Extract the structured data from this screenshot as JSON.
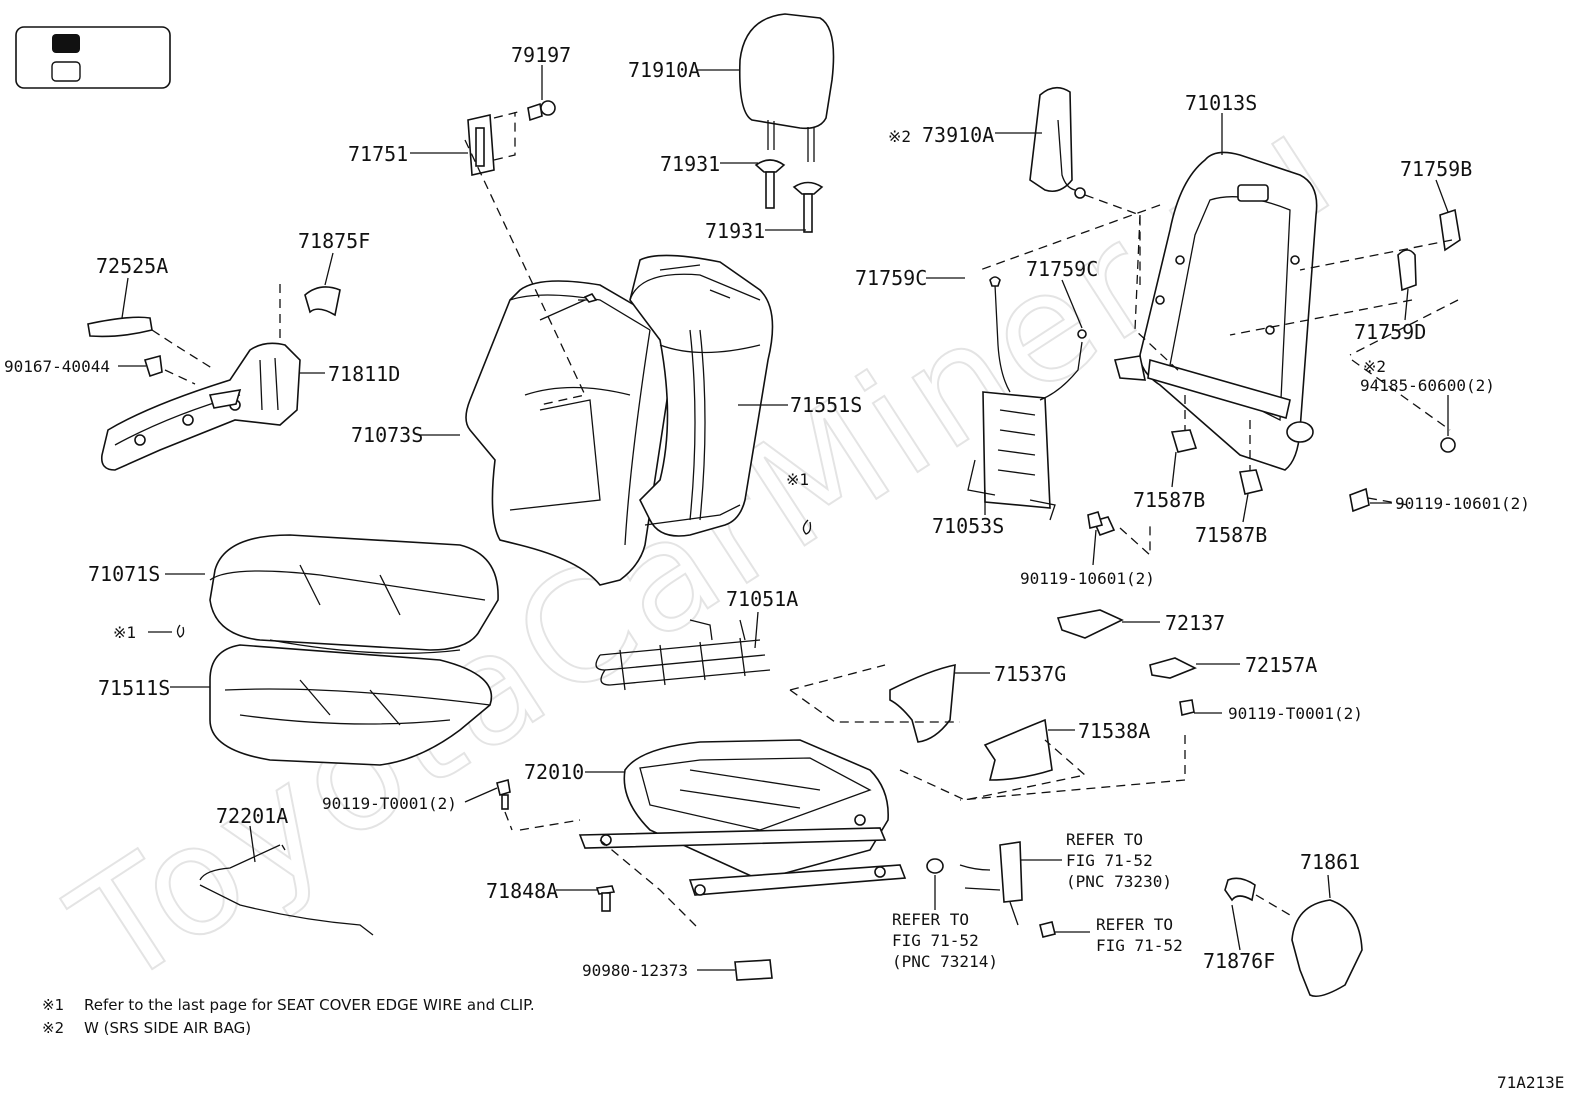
{
  "watermark": "ToyotaCarMiner.ru",
  "diagram_code": "71A213E",
  "legend_box": {
    "swatches": [
      "filled",
      "empty"
    ]
  },
  "notes": [
    {
      "mark": "※1",
      "text": "Refer to the last page for SEAT COVER EDGE WIRE and CLIP."
    },
    {
      "mark": "※2",
      "text": "W (SRS SIDE AIR BAG)"
    }
  ],
  "labels": {
    "p79197": "79197",
    "p71910A": "71910A",
    "p71751": "71751",
    "p71931a": "71931",
    "p71931b": "71931",
    "p73910A_mark": "※2",
    "p73910A": "73910A",
    "p71013S": "71013S",
    "p71759B": "71759B",
    "p71875F": "71875F",
    "p72525A": "72525A",
    "p71759C_a": "71759C",
    "p71759C_b": "71759C",
    "p90167": "90167-40044",
    "p71811D": "71811D",
    "p71759D": "71759D",
    "p94185_mark": "※2",
    "p94185": "94185-60600(2)",
    "p71551S": "71551S",
    "p71073S": "71073S",
    "p90119_10601_r": "90119-10601(2)",
    "p71587B_a": "71587B",
    "p71587B_b": "71587B",
    "p71053S": "71053S",
    "mark1_seatback": "※1",
    "p71071S": "71071S",
    "p90119_10601_c": "90119-10601(2)",
    "p71051A": "71051A",
    "p72137": "72137",
    "mark1_cushion": "※1",
    "p72157A": "72157A",
    "p71537G": "71537G",
    "p71511S": "71511S",
    "p90119_T0001_r": "90119-T0001(2)",
    "p71538A": "71538A",
    "p72010": "72010",
    "p90119_T0001_l": "90119-T0001(2)",
    "p72201A": "72201A",
    "p71848A": "71848A",
    "p71861": "71861",
    "p71876F": "71876F",
    "p90980": "90980-12373"
  },
  "refs": {
    "ref73230": {
      "line1": "REFER TO",
      "line2": "FIG 71-52",
      "line3": "(PNC 73230)"
    },
    "ref73214": {
      "line1": "REFER TO",
      "line2": "FIG 71-52",
      "line3": "(PNC 73214)"
    },
    "ref7152": {
      "line1": "REFER TO",
      "line2": "FIG 71-52"
    }
  }
}
